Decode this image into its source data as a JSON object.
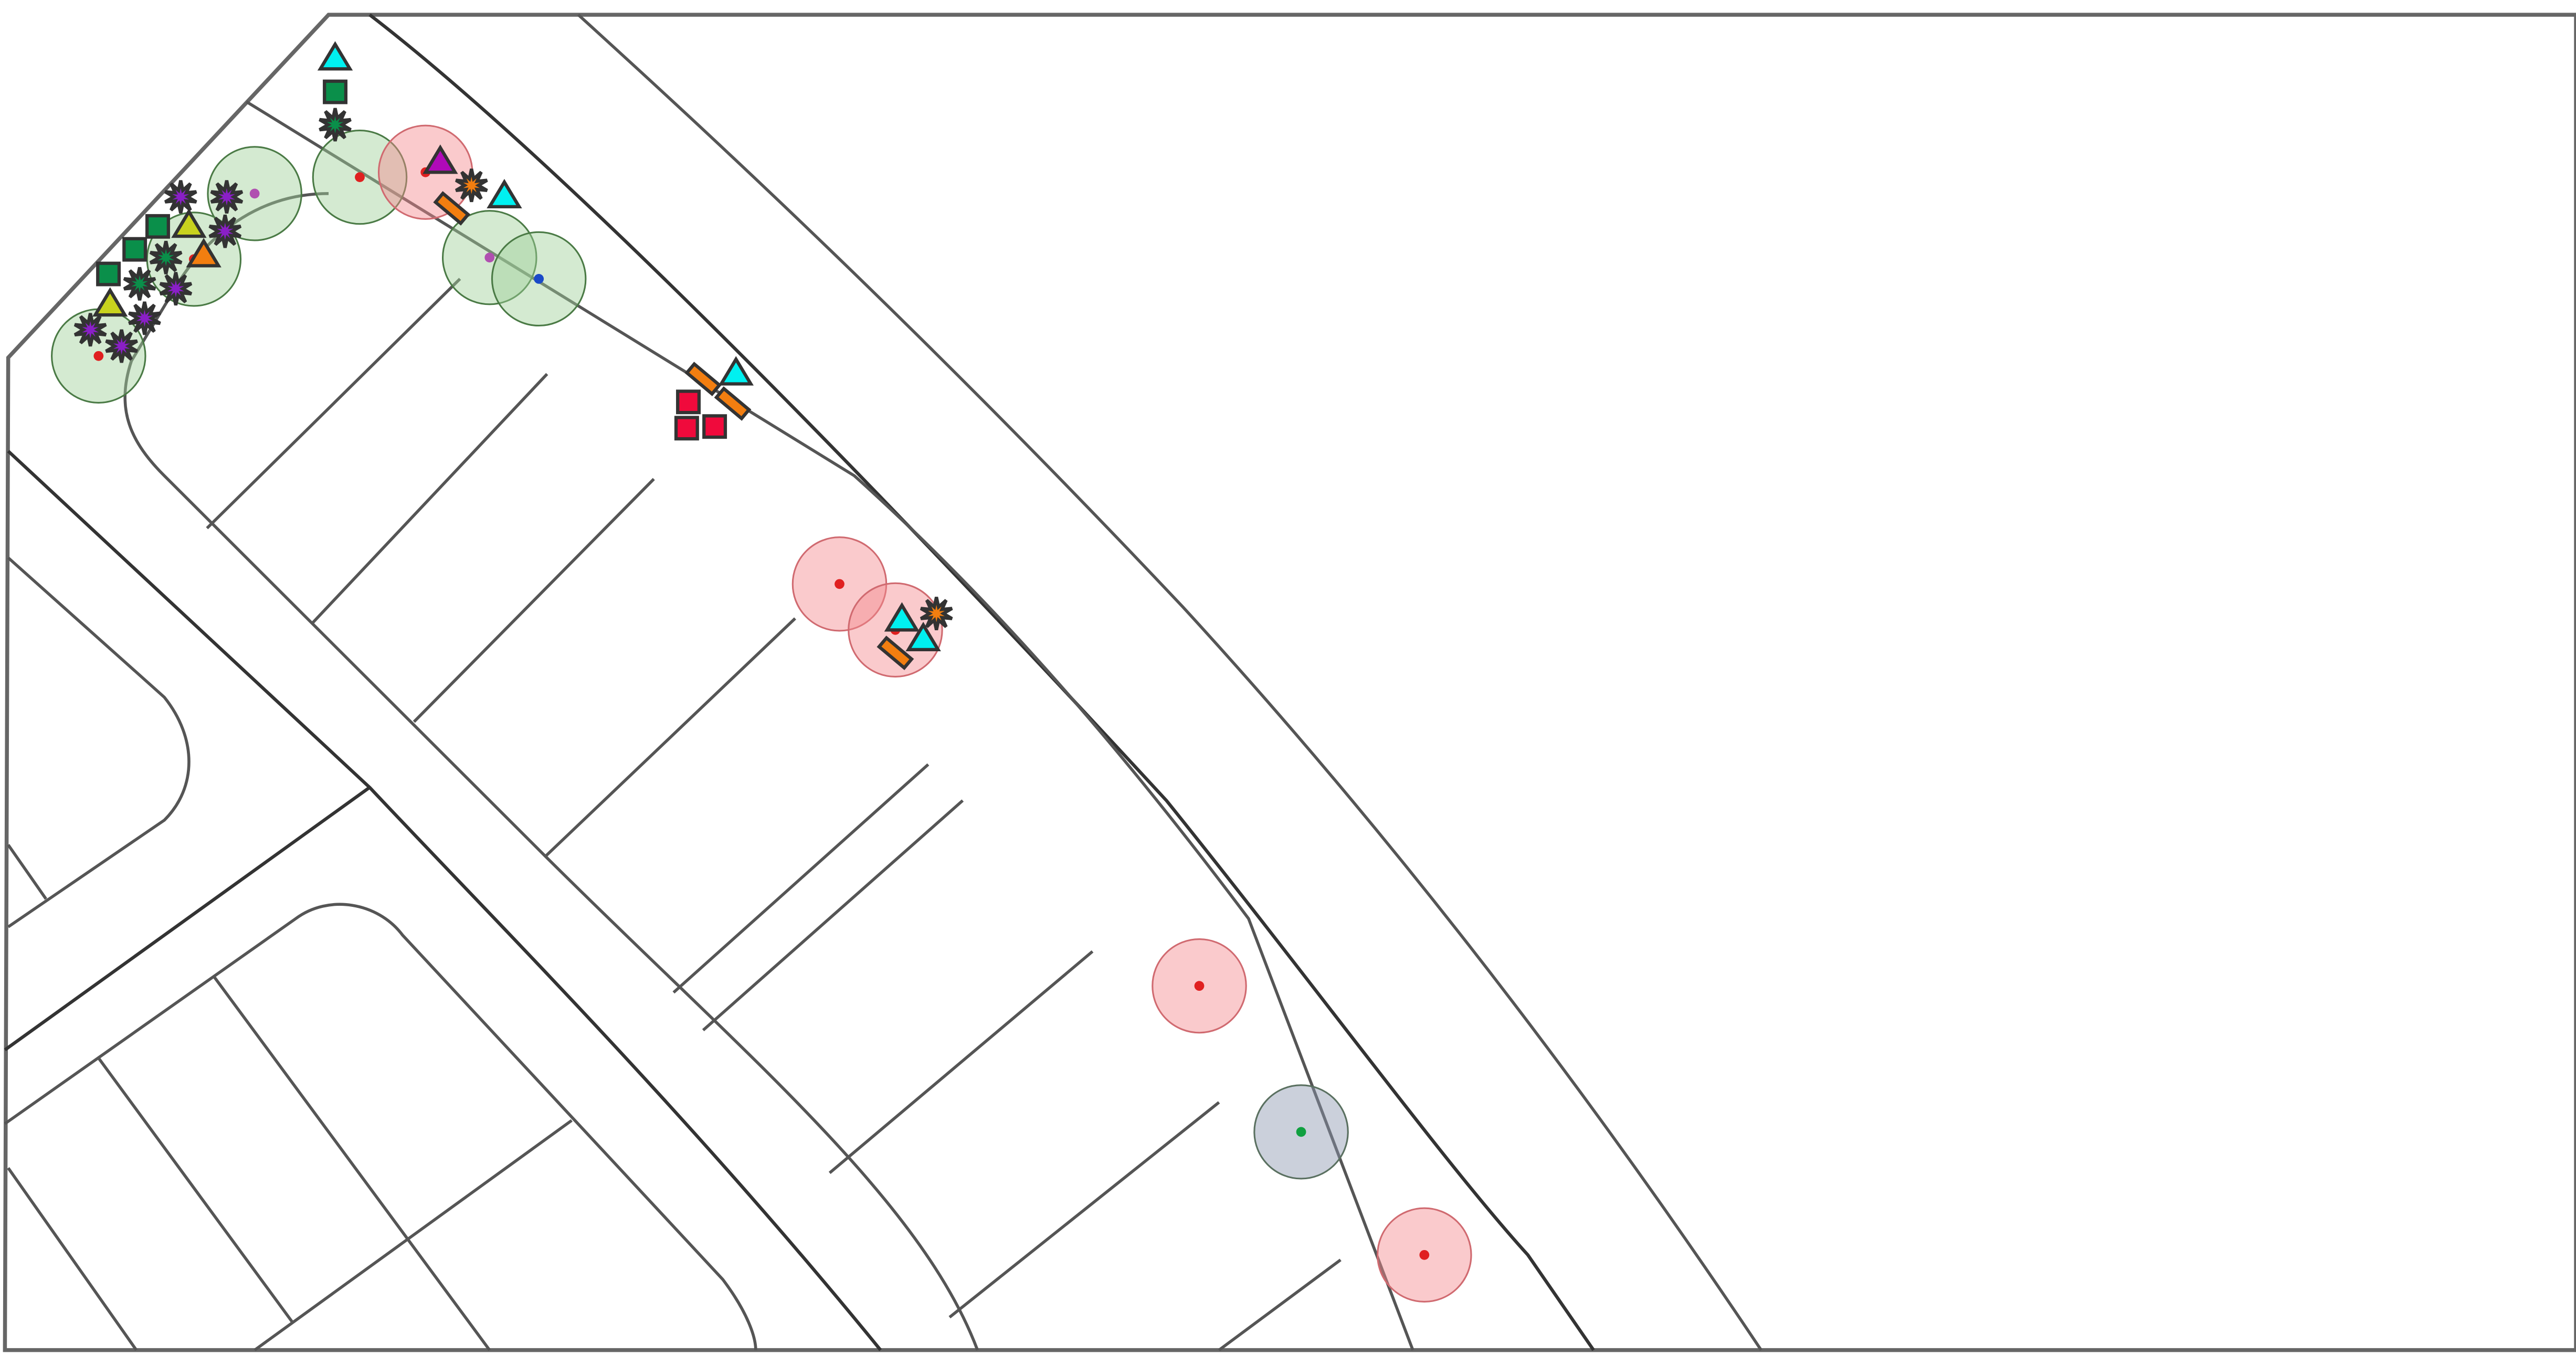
{
  "map": {
    "basemap": "street-parcel-linework",
    "colors": {
      "background": "#ffffff",
      "line": "#333333",
      "buffer_red": "#f48a8f",
      "buffer_green": "#9fd09a",
      "buffer_slate": "#8c97b0",
      "cyan": "#00f0f0",
      "green": "#0a8f4a",
      "purple": "#8a1fc7",
      "yellow_green": "#c8d21e",
      "orange": "#f27e10",
      "crimson": "#f00a3c",
      "magenta": "#b00ab8",
      "dot_red": "#e02020",
      "dot_purple": "#b050b0",
      "dot_blue": "#1a4ac8",
      "dot_green": "#10a040"
    },
    "buffers": [
      {
        "id": "b01",
        "color": "green",
        "center_color": "dot_red"
      },
      {
        "id": "b02",
        "color": "green",
        "center_color": "dot_purple"
      },
      {
        "id": "b03",
        "color": "green",
        "center_color": "dot_red"
      },
      {
        "id": "b04",
        "color": "green",
        "center_color": "dot_red"
      },
      {
        "id": "b05",
        "color": "red",
        "center_color": "dot_red"
      },
      {
        "id": "b06",
        "color": "green",
        "center_color": "dot_purple"
      },
      {
        "id": "b07",
        "color": "green",
        "center_color": "dot_blue"
      },
      {
        "id": "b08",
        "color": "red",
        "center_color": "dot_red"
      },
      {
        "id": "b09",
        "color": "red",
        "center_color": "dot_red"
      },
      {
        "id": "b10",
        "color": "red",
        "center_color": "dot_red"
      },
      {
        "id": "b11",
        "color": "slate",
        "center_color": "dot_green"
      },
      {
        "id": "b12",
        "color": "red",
        "center_color": "dot_red"
      }
    ],
    "symbols": [
      {
        "id": "s01",
        "shape": "triangle",
        "color": "cyan"
      },
      {
        "id": "s02",
        "shape": "square",
        "color": "green"
      },
      {
        "id": "s03",
        "shape": "starburst",
        "color": "green"
      },
      {
        "id": "s04",
        "shape": "starburst",
        "color": "purple"
      },
      {
        "id": "s05",
        "shape": "starburst",
        "color": "purple"
      },
      {
        "id": "s06",
        "shape": "square",
        "color": "green"
      },
      {
        "id": "s07",
        "shape": "triangle",
        "color": "yellow_green"
      },
      {
        "id": "s08",
        "shape": "square",
        "color": "green"
      },
      {
        "id": "s09",
        "shape": "starburst",
        "color": "green"
      },
      {
        "id": "s10",
        "shape": "starburst",
        "color": "purple"
      },
      {
        "id": "s11",
        "shape": "triangle",
        "color": "orange"
      },
      {
        "id": "s12",
        "shape": "square",
        "color": "green"
      },
      {
        "id": "s13",
        "shape": "starburst",
        "color": "green"
      },
      {
        "id": "s14",
        "shape": "starburst",
        "color": "purple"
      },
      {
        "id": "s15",
        "shape": "triangle",
        "color": "yellow_green"
      },
      {
        "id": "s16",
        "shape": "starburst",
        "color": "purple"
      },
      {
        "id": "s17",
        "shape": "starburst",
        "color": "purple"
      },
      {
        "id": "s18",
        "shape": "starburst",
        "color": "purple"
      },
      {
        "id": "s19",
        "shape": "triangle",
        "color": "magenta"
      },
      {
        "id": "s20",
        "shape": "starburst",
        "color": "orange"
      },
      {
        "id": "s21",
        "shape": "triangle",
        "color": "cyan"
      },
      {
        "id": "s22",
        "shape": "bar",
        "color": "orange"
      },
      {
        "id": "s23",
        "shape": "bar",
        "color": "orange"
      },
      {
        "id": "s24",
        "shape": "triangle",
        "color": "cyan"
      },
      {
        "id": "s25",
        "shape": "bar",
        "color": "orange"
      },
      {
        "id": "s26",
        "shape": "square",
        "color": "crimson"
      },
      {
        "id": "s27",
        "shape": "square",
        "color": "crimson"
      },
      {
        "id": "s28",
        "shape": "square",
        "color": "crimson"
      },
      {
        "id": "s29",
        "shape": "starburst",
        "color": "orange"
      },
      {
        "id": "s30",
        "shape": "triangle",
        "color": "cyan"
      },
      {
        "id": "s31",
        "shape": "triangle",
        "color": "cyan"
      },
      {
        "id": "s32",
        "shape": "bar",
        "color": "orange"
      }
    ]
  }
}
